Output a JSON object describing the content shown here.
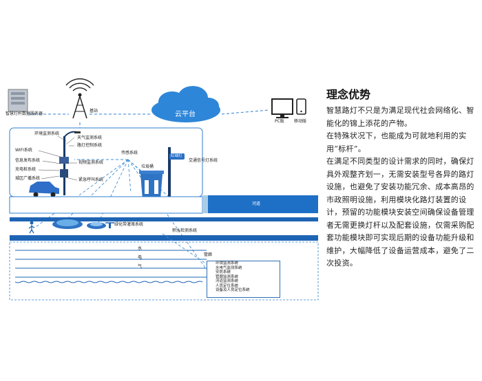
{
  "diagram": {
    "server_label": "智慧灯杆数据服务器",
    "base_station_label": "基站",
    "cloud_label": "云平台",
    "pc_label": "PC版",
    "mobile_label": "移动版",
    "env_monitor_label": "环境监测系统",
    "weather_label": "天气监测系统",
    "street_light_control_label": "路灯控制系统",
    "wifi_label": "WIFI系统",
    "info_publish_label": "信息发布系统",
    "charging_label": "充电桩系统",
    "broadcast_label": "城区广播系统",
    "video_monitor_label": "视频监测系统",
    "emergency_call_label": "紧急呼叫系统",
    "sensor_label": "传感系统",
    "trash_label": "垃圾桶",
    "red_light_sign": "红绿灯",
    "traffic_light_label": "交通信号灯系统",
    "river_label": "河道",
    "green_irrigation_label": "绿化带灌溉系统",
    "water_level_label": "积水检测系统",
    "pipe_water": "水",
    "pipe_electric": "电",
    "pipe_gas": "气",
    "pipe_corridor": "管廊",
    "subsystems": [
      "环境监测系统",
      "水电气监测系统",
      "安防系统",
      "管廊监测系统",
      "河道监测系统",
      "人员定位系统",
      "设备及人员定位系统"
    ]
  },
  "article": {
    "heading": "理念优势",
    "paragraphs": [
      "智慧路灯不只是为满足现代社会网络化、智能化的锦上添花的产物。",
      "在特殊状况下，也能成为可就地利用的实用“标杆”。",
      "在满足不同类型的设计需求的同时，确保灯具外观整齐划一，无需安装型号各异的路灯设施，也避免了安装功能冗余、成本高昂的市政照明设施，利用模块化路灯装置的设计，预留的功能模块安装空间确保设备管理者无需更换灯杆以及配套设施，仅需采购配套功能模块即可实现后期的设备功能升级和维护，大幅降低了设备运营成本，避免了二次投资。"
    ]
  },
  "colors": {
    "primary_blue": "#1f73c6",
    "light_blue": "#5aa0e0",
    "dark_blue": "#1e64b4"
  }
}
